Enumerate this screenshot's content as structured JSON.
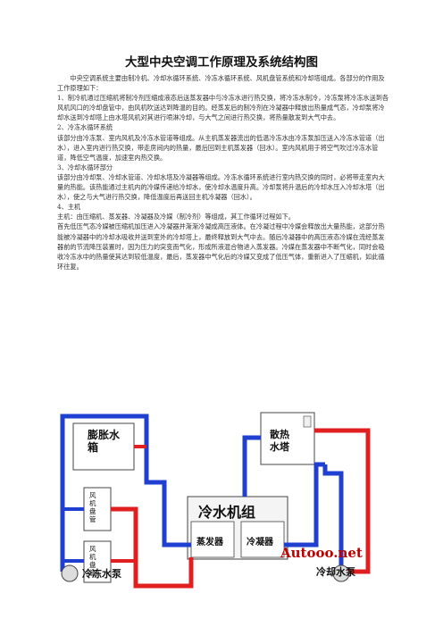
{
  "title": "大型中央空调工作原理及系统结构图",
  "paragraphs": [
    "中央空调系统主要由制冷机、冷却水循环系统、冷冻水循环系统、风机盘管系统和冷却塔组成。各部分的作用及工作原理如下：",
    "1、制冷机通过压缩机将制冷剂压缩成液态后送蒸发器中与冷冻水进行热交换，将冷冻水制冷，冷冻泵将冷冻水送到各风机风口的冷却盘管中，由风机吹送达到降温的目的。经蒸发后的制冷剂在冷凝器中释放出热量成气态，冷却泵将冷却水送到冷却塔上由水塔风机对其进行喷淋冷却，与大气之间进行热交换，将热量散发到大气中去。",
    "2、冷冻水循环系统",
    "该部分由冷冻泵、室内风机及冷冻水管道等组成。从主机蒸发器流出的低温冷冻水由冷冻泵加压送入冷冻水管道（出水），进入室内进行热交换，带走房间内的热量，最后回到主机蒸发器（回水）。室内风机用于将空气吹过冷冻水管道，降低空气温度，加速室内热交换。",
    "3、冷却水循环部分",
    "该部分由冷却泵、冷却水管道、冷却水塔及冷凝器等组成。冷冻水循环系统进行室内热交换的同时，必将带走室内大量的热能。该热能通过主机内的冷媒传递给冷却水，使冷却水温度升高。冷却泵将升温后的冷却水压入冷却水塔（出水），使之与大气进行热交换，降低温度后再送回主机冷凝器（回水）。",
    "4、主机",
    "主机：由压缩机、蒸发器、冷凝器及冷媒（制冷剂）等组成，其工作循环过程如下。",
    "首先低压气态冷媒被压缩机加压进入冷凝器并渐渐冷凝成高压液体。在冷凝过程中冷媒会释放出大量热能，这部分热能被冷凝器中的冷却水吸收并送到室外的冷却塔上，最终释放到大气中去。随后冷凝器中的高压液态冷媒在流经蒸发器前的节流降压装置时，因为压力的突变而气化，形成所液混合物进入蒸发器。冷媒在蒸发器中不断气化，同时会吸收冷冻水中的热量使其达到较低温度，最后，蒸发器中气化后的冷媒又变成了低压气体，重新进入了压缩机，如此循环往复。"
  ],
  "diagram": {
    "expansion_tank": "膨胀水箱",
    "fan_coil_1": "风机盘管",
    "fan_coil_2": "风机盘管",
    "cooling_tower": "散热水塔",
    "chiller": "冷水机组",
    "evaporator": "蒸发器",
    "condenser": "冷凝器",
    "chilled_pump": "冷冻水泵",
    "cooling_pump": "冷却水泵",
    "watermark": "Autooo.net",
    "colors": {
      "supply": "#1e3fd0",
      "return": "#e02020"
    }
  }
}
